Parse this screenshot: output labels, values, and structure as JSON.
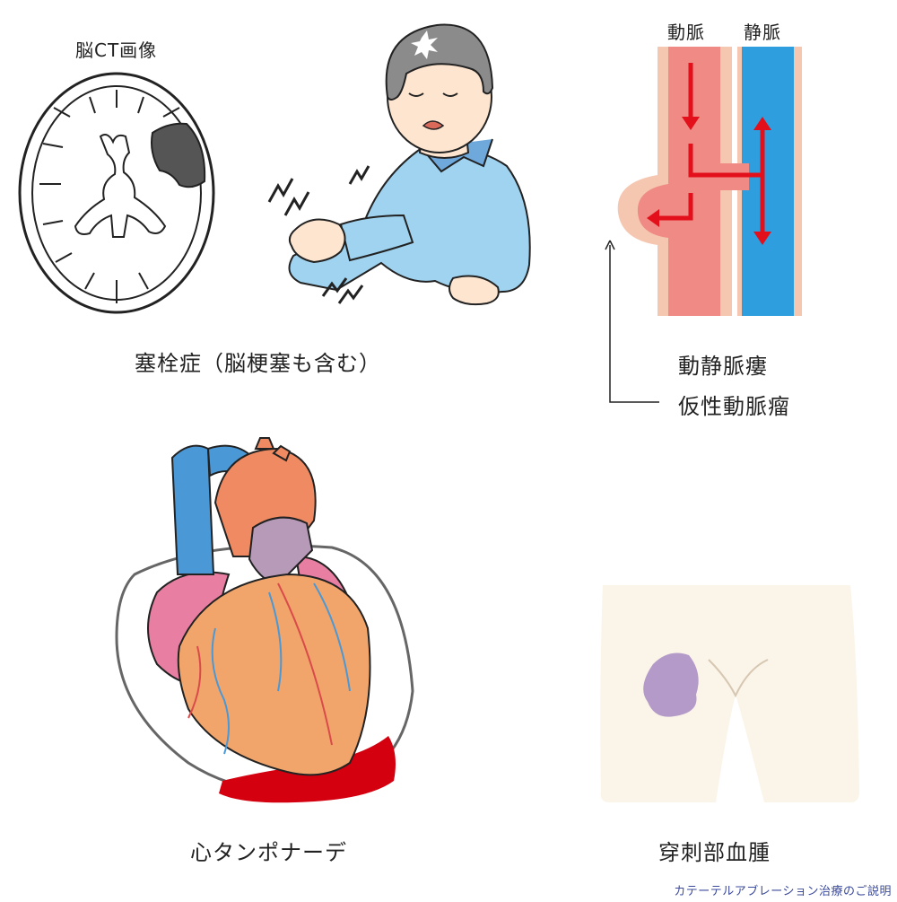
{
  "brain": {
    "caption": "脳CT画像"
  },
  "embolism": {
    "label": "塞栓症（脳梗塞も含む）"
  },
  "vessel": {
    "artery_label": "動脈",
    "vein_label": "静脈",
    "fistula_label": "動静脈瘻",
    "pseudoaneurysm_label": "仮性動脈瘤"
  },
  "tamponade": {
    "label": "心タンポナーデ"
  },
  "hematoma": {
    "label": "穿刺部血腫"
  },
  "footer": {
    "text": "カテーテルアブレーション治療のご説明"
  },
  "colors": {
    "artery": "#ef8a84",
    "artery_wall": "#f6c7b0",
    "vein": "#2e9ede",
    "flow_arrow": "#e3101b",
    "bleeding": "#d4000f",
    "heart_orange": "#f2a56a",
    "heart_pink": "#e87fa3",
    "heart_vein_blue": "#4a98d6",
    "heart_purple": "#b79ab8",
    "bruise_purple": "#b39ac8",
    "infarct_gray": "#555555",
    "shirt_blue": "#9fd3f0"
  }
}
